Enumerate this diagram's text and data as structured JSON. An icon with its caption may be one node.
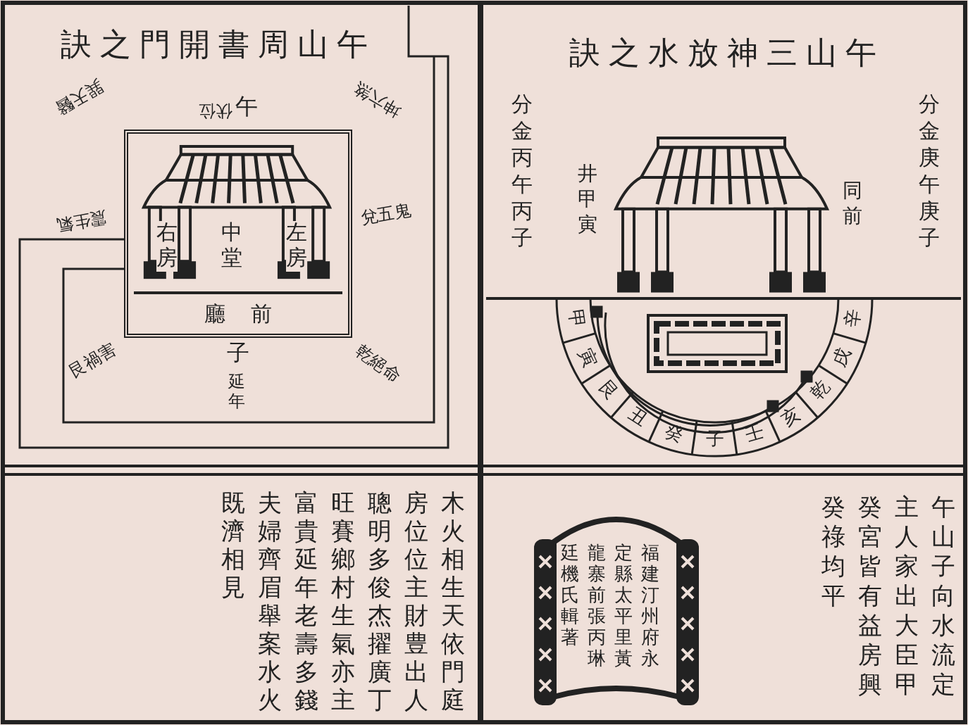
{
  "diagram": {
    "nodes": [
      {
        "text": [
          "午山周書開門之訣"
        ]
      },
      {
        "text": [
          "右房",
          "中堂",
          "左房",
          "前廳"
        ],
        "in": 0
      },
      {
        "text": [
          "午山三神放水之訣"
        ]
      },
      {
        "text": [
          "福建汀州府永定縣太平里黃龍寨前張丙琳廷機氏輯著"
        ]
      }
    ],
    "labels": [
      "伏位",
      "午",
      "巽天醫",
      "坤六煞",
      "震生氣",
      "兌五鬼",
      "艮禍害",
      "乾絕命",
      "子",
      "延年",
      "分金丙午丙子",
      "井甲寅",
      "同前",
      "分金庚午庚子",
      "甲",
      "寅",
      "艮",
      "丑",
      "癸",
      "子",
      "壬",
      "亥",
      "乾",
      "戌",
      "辛",
      "木火相生天依門庭房位位主財豊出人聰明多俊杰擢廣丁旺賽鄉村生氣亦主富貴延年老壽多錢夫婦齊眉舉案水火既濟相見",
      "午山子向水流定主人家出大臣甲癸宮皆有益房興癸祿均平"
    ]
  }
}
